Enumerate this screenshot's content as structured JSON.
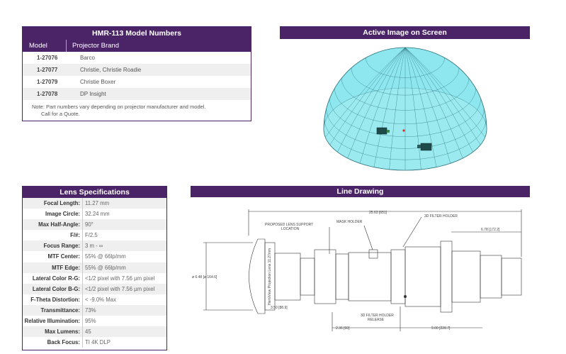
{
  "models": {
    "title": "HMR-113 Model Numbers",
    "col_model": "Model",
    "col_brand": "Projector Brand",
    "rows": [
      {
        "model": "1-27076",
        "brand": "Barco"
      },
      {
        "model": "1-27077",
        "brand": "Christie, Christie Roadie"
      },
      {
        "model": "1-27079",
        "brand": "Christie Boxer"
      },
      {
        "model": "1-27078",
        "brand": "DP Insight"
      }
    ],
    "note_line1": "Note: Part numbers vary depending on projector manufacturer and model.",
    "note_line2": "Call for a Quote."
  },
  "active_image": {
    "title": "Active Image on Screen",
    "dome_color": "#8ee6ee",
    "grid_color": "#2a6f78"
  },
  "specs": {
    "title": "Lens Specifications",
    "rows": [
      {
        "label": "Focal Length:",
        "value": "11.27 mm"
      },
      {
        "label": "Image Circle:",
        "value": "32.24 mm"
      },
      {
        "label": "Max Half-Angle:",
        "value": "90°"
      },
      {
        "label": "F/#:",
        "value": "F/2.5"
      },
      {
        "label": "Focus Range:",
        "value": "3 m - ∞"
      },
      {
        "label": "MTF Center:",
        "value": "55% @ 66lp/mm"
      },
      {
        "label": "MTF Edge:",
        "value": "55% @ 66lp/mm"
      },
      {
        "label": "Lateral Color R-G:",
        "value": "<1/2 pixel with 7.56 µm pixel"
      },
      {
        "label": "Lateral Color B-G:",
        "value": "<1/2 pixel with 7.56 µm pixel"
      },
      {
        "label": "F-Theta Distortion:",
        "value": "< -9.0% Max"
      },
      {
        "label": "Transmittance:",
        "value": "73%"
      },
      {
        "label": "Relative Illumination:",
        "value": "95%"
      },
      {
        "label": "Max Lumens:",
        "value": "45"
      },
      {
        "label": "Back Focus:",
        "value": "TI 4K DLP"
      }
    ]
  },
  "drawing": {
    "title": "Line Drawing",
    "dim_total": "25.63 [651]",
    "dim_right": "6.78 [172.2]",
    "dim_dia": "ø 6.48 [ø 164.6]",
    "dim_small": "3.50 [88.9]",
    "dim_bottom1": "2.36 [60]",
    "dim_bottom2": "9.00 [228.7]",
    "label_support": "PROPOSED LENS SUPPORT",
    "label_support2": "LOCATION",
    "label_mask": "MASK HOLDER",
    "label_3d_top": "3D FILTER HOLDER",
    "label_release1": "3D FILTER HOLDER",
    "label_release2": "RELEASE",
    "lens_text": "HemiView Projection Lens 11.27mm"
  }
}
